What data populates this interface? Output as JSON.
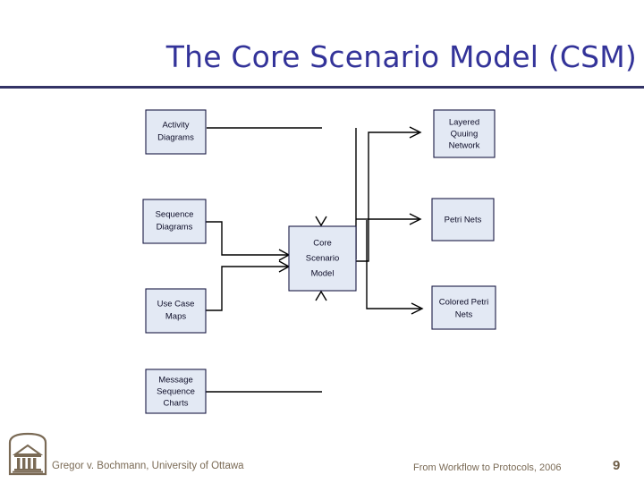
{
  "slide": {
    "title": "The Core Scenario Model (CSM)",
    "title_color": "#333399",
    "rule_color": "#333366",
    "background": "#ffffff"
  },
  "diagram": {
    "box_fill": "#e3e9f4",
    "box_stroke": "#1a1a44",
    "line_color": "#000000",
    "center_node": {
      "name": "core-scenario-model",
      "lines": [
        "Core",
        "Scenario",
        "Model"
      ]
    },
    "source_nodes": [
      {
        "name": "activity-diagrams",
        "lines": [
          "Activity",
          "Diagrams"
        ]
      },
      {
        "name": "sequence-diagrams",
        "lines": [
          "Sequence",
          "Diagrams"
        ]
      },
      {
        "name": "use-case-maps",
        "lines": [
          "Use Case",
          "Maps"
        ]
      },
      {
        "name": "message-sequence-charts",
        "lines": [
          "Message",
          "Sequence",
          "Charts"
        ]
      }
    ],
    "target_nodes": [
      {
        "name": "layered-queuing-network",
        "lines": [
          "Layered",
          "Quuing",
          "Network"
        ]
      },
      {
        "name": "petri-nets",
        "lines": [
          "Petri Nets"
        ]
      },
      {
        "name": "colored-petri-nets",
        "lines": [
          "Colored Petri",
          "Nets"
        ]
      }
    ]
  },
  "footer": {
    "author": "Gregor v. Bochmann, University of Ottawa",
    "source": "From Workflow to Protocols, 2006",
    "page": "9",
    "text_color": "#7a6a55",
    "crest_name": "university-of-ottawa-crest"
  }
}
